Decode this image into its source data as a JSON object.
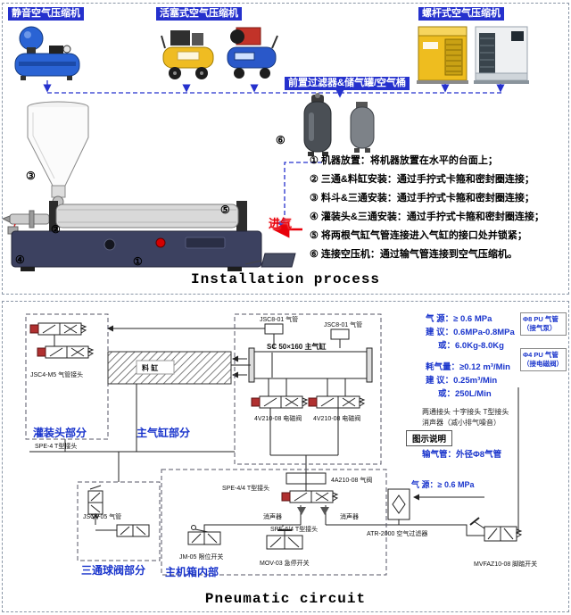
{
  "installation": {
    "title": "Installation process",
    "compressor_labels": {
      "silent": "静音空气压缩机",
      "piston": "活塞式空气压缩机",
      "screw": "螺杆式空气压缩机"
    },
    "filter_label": "前置过滤器&储气罐/空气桶",
    "air_inlet": "进气",
    "callouts": {
      "c1": "①",
      "c2": "②",
      "c3": "③",
      "c4": "④",
      "c5": "⑤",
      "c6": "⑥"
    },
    "steps": [
      {
        "num": "①",
        "text": "机器放置：将机器放置在水平的台面上；"
      },
      {
        "num": "②",
        "text": "三通&料缸安装：通过手拧式卡箍和密封圈连接；"
      },
      {
        "num": "③",
        "text": "料斗&三通安装：通过手拧式卡箍和密封圈连接；"
      },
      {
        "num": "④",
        "text": "灌装头&三通安装：通过手拧式卡箍和密封圈连接；"
      },
      {
        "num": "⑤",
        "text": "将两根气缸气管连接进入气缸的接口处并锁紧；"
      },
      {
        "num": "⑥",
        "text": "连接空压机：通过输气管连接到空气压缩机。"
      }
    ]
  },
  "pneumatic": {
    "title": "Pneumatic circuit",
    "sections": {
      "filling_head": "灌装头部分",
      "main_cylinder": "主气缸部分",
      "three_way_valve": "三通球阀部分",
      "main_box": "主机箱内部"
    },
    "labels": {
      "pipe_top": "JSC8-01 气管",
      "pipe_top2": "JSC8-01 气管",
      "cylinder": "SC 50×160 主气缸",
      "material_cylinder": "料 缸",
      "solenoid_left": "4V210-08 电磁阀",
      "solenoid_right": "4V210-08 电磁阀",
      "air_valve": "4A210-08 气阀",
      "tee_left": "SPE-4 T型接头",
      "tee_mid": "SPE-4/4 T型接头",
      "tee_low": "SPE-6/4 T型接头",
      "fitting_top_left": "JSC4-M5 气管接头",
      "pipe_bottom_left": "JSC4-05 气管",
      "muffler_left": "消声器",
      "muffler_right": "消声器",
      "limit_switch": "JM-05 限位开关",
      "estop_switch": "MOV-03 急停开关",
      "filter": "ATR-2000 空气过滤器",
      "foot_switch": "MVFAZ10-08 脚踏开关",
      "air_source_inline": "气 源：≥ 0.6 MPa"
    },
    "specs": {
      "air_source": "气 源：≥ 0.6 MPa",
      "suggest_pressure": "建 议：0.6MPa-0.8MPa",
      "or_pressure": "或：6.0Kg-8.0Kg",
      "consumption": "耗气量：≥0.12 m³/Min",
      "suggest_flow": "建 议：0.25m³/Min",
      "or_flow": "或：250L/Min",
      "legend_title": "图示说明",
      "pipe_note": "输气管：外径Φ8气管",
      "legend_pu8": "Φ8 PU 气管（接气泵）",
      "legend_pu4": "Φ4 PU 气管（接电磁阀）",
      "legend_fittings": "两通接头 十字接头 T型接头",
      "legend_muffler": "消声器（减小排气噪音）"
    }
  }
}
